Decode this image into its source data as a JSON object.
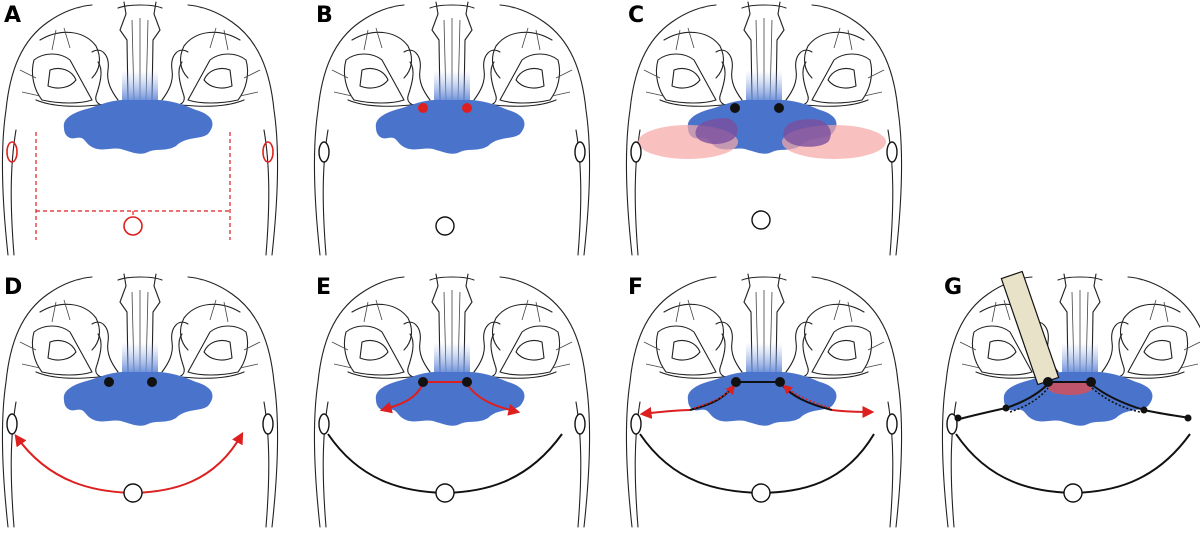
{
  "figure": {
    "panels": [
      {
        "id": "A",
        "label": "A"
      },
      {
        "id": "B",
        "label": "B"
      },
      {
        "id": "C",
        "label": "C"
      },
      {
        "id": "D",
        "label": "D"
      },
      {
        "id": "E",
        "label": "E"
      },
      {
        "id": "F",
        "label": "F"
      },
      {
        "id": "G",
        "label": "G"
      }
    ],
    "colors": {
      "blue_region": "#4a74cc",
      "blue_glow": "#9db4ea",
      "red": "#dd1f1f",
      "pink_zone": "#f7a7a7",
      "purple_overlap": "#7a4f9e",
      "pink_highlight": "#d2505a",
      "instrument": "#e8e2c8",
      "outline": "#222222"
    }
  }
}
